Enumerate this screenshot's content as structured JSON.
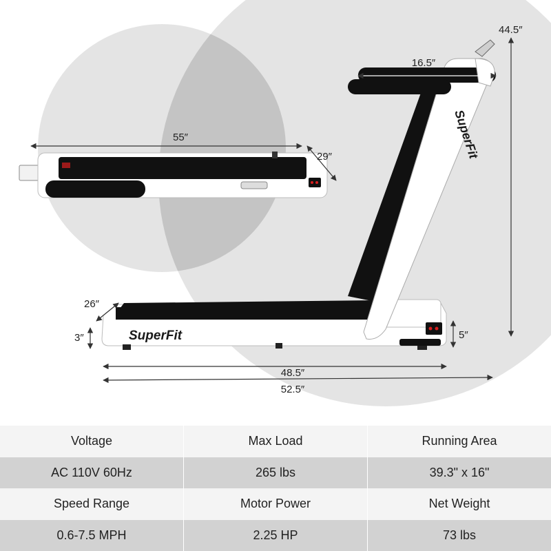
{
  "dimensions": {
    "folded_length": "55″",
    "folded_width": "29″",
    "handle_width": "16.5″",
    "total_height": "44.5″",
    "deck_width": "26″",
    "deck_height": "3″",
    "rear_height": "5″",
    "deck_length": "48.5″",
    "total_length": "52.5″"
  },
  "brand": "SuperFit",
  "specs": {
    "row1": [
      "Voltage",
      "Max Load",
      "Running Area"
    ],
    "row2": [
      "AC 110V 60Hz",
      "265 lbs",
      "39.3\" x 16\""
    ],
    "row3": [
      "Speed Range",
      "Motor Power",
      "Net Weight"
    ],
    "row4": [
      "0.6-7.5 MPH",
      "2.25 HP",
      "73 lbs"
    ]
  },
  "colors": {
    "circle_light": "#e2e2e2",
    "circle_dark": "#c4c4c4",
    "frame_white": "#ffffff",
    "belt_black": "#111111",
    "display_red": "#d81e1e"
  }
}
